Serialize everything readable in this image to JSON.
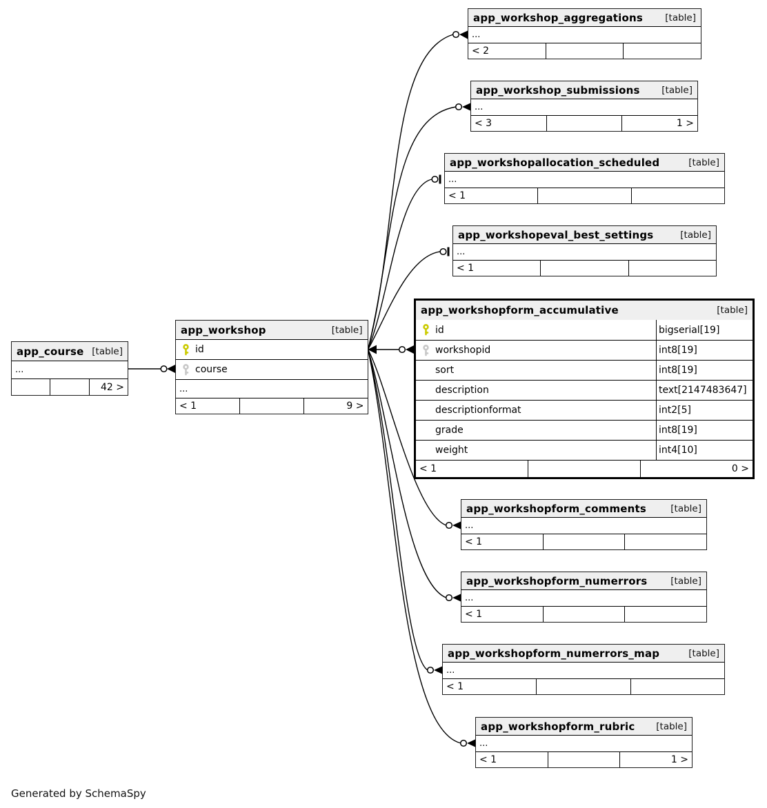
{
  "credit": "Generated by SchemaSpy",
  "colors": {
    "primary_key_icon": "#cbcb00",
    "foreign_key_icon": "#c8c8c8",
    "table_header_bg": "#efefef",
    "border": "#000000"
  },
  "tables": {
    "aggregations": {
      "name": "app_workshop_aggregations",
      "badge": "[table]",
      "dots": "...",
      "footer": [
        "< 2",
        "",
        ""
      ]
    },
    "submissions": {
      "name": "app_workshop_submissions",
      "badge": "[table]",
      "dots": "...",
      "footer": [
        "< 3",
        "",
        "1 >"
      ]
    },
    "allocation_scheduled": {
      "name": "app_workshopallocation_scheduled",
      "badge": "[table]",
      "dots": "...",
      "footer": [
        "< 1",
        "",
        ""
      ]
    },
    "eval_best_settings": {
      "name": "app_workshopeval_best_settings",
      "badge": "[table]",
      "dots": "...",
      "footer": [
        "< 1",
        "",
        ""
      ]
    },
    "accumulative": {
      "name": "app_workshopform_accumulative",
      "badge": "[table]",
      "columns": [
        {
          "key": "primary",
          "name": "id",
          "type": "bigserial[19]"
        },
        {
          "key": "foreign",
          "name": "workshopid",
          "type": "int8[19]"
        },
        {
          "key": "",
          "name": "sort",
          "type": "int8[19]"
        },
        {
          "key": "",
          "name": "description",
          "type": "text[2147483647]"
        },
        {
          "key": "",
          "name": "descriptionformat",
          "type": "int2[5]"
        },
        {
          "key": "",
          "name": "grade",
          "type": "int8[19]"
        },
        {
          "key": "",
          "name": "weight",
          "type": "int4[10]"
        }
      ],
      "footer": [
        "< 1",
        "",
        "0 >"
      ]
    },
    "comments": {
      "name": "app_workshopform_comments",
      "badge": "[table]",
      "dots": "...",
      "footer": [
        "< 1",
        "",
        ""
      ]
    },
    "numerrors": {
      "name": "app_workshopform_numerrors",
      "badge": "[table]",
      "dots": "...",
      "footer": [
        "< 1",
        "",
        ""
      ]
    },
    "numerrors_map": {
      "name": "app_workshopform_numerrors_map",
      "badge": "[table]",
      "dots": "...",
      "footer": [
        "< 1",
        "",
        ""
      ]
    },
    "rubric": {
      "name": "app_workshopform_rubric",
      "badge": "[table]",
      "dots": "...",
      "footer": [
        "< 1",
        "",
        "1 >"
      ]
    },
    "workshop": {
      "name": "app_workshop",
      "badge": "[table]",
      "dots": "...",
      "columns": [
        {
          "key": "primary",
          "name": "id"
        },
        {
          "key": "foreign",
          "name": "course"
        }
      ],
      "footer": [
        "< 1",
        "",
        "9 >"
      ]
    },
    "course": {
      "name": "app_course",
      "badge": "[table]",
      "dots": "...",
      "footer": [
        "",
        "",
        "42 >"
      ]
    }
  }
}
